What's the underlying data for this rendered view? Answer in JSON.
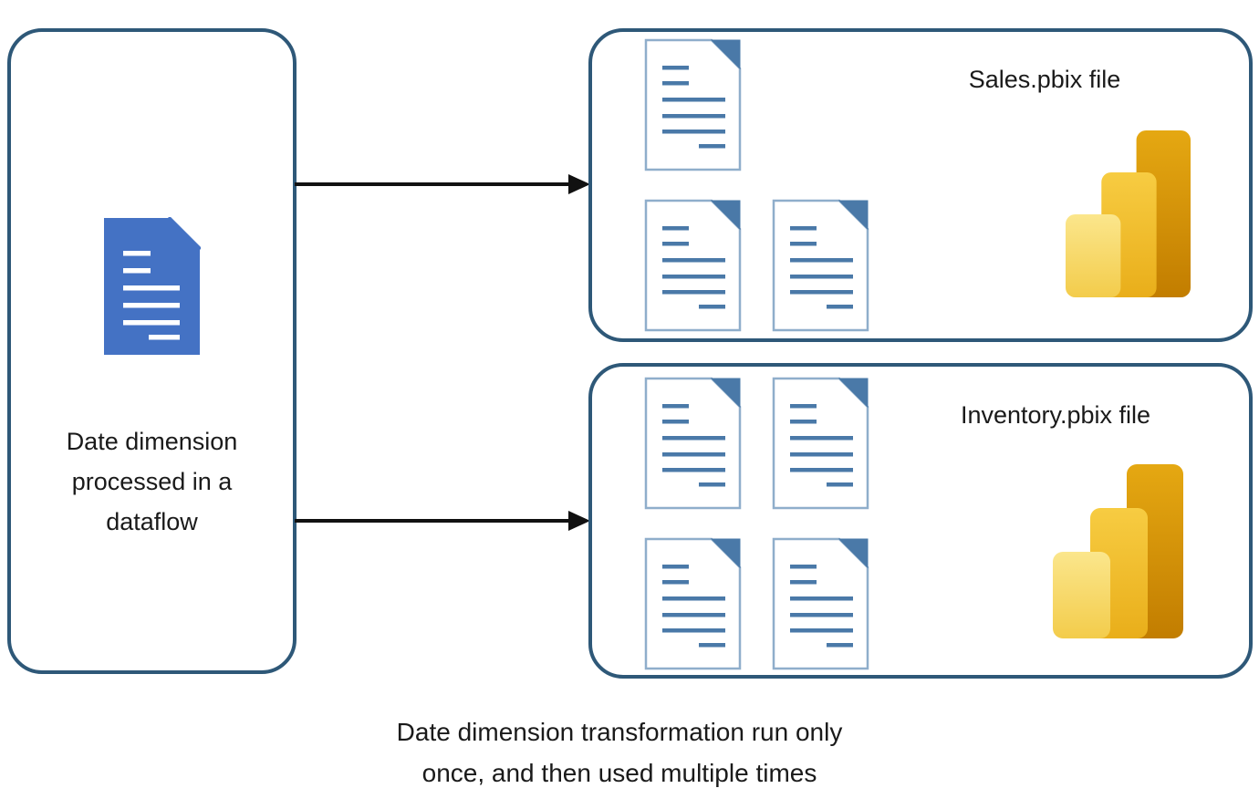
{
  "diagram": {
    "source_box": {
      "label_lines": [
        "Date dimension",
        "processed in a",
        "dataflow"
      ]
    },
    "sales_box": {
      "title": "Sales.pbix file",
      "document_count": 3
    },
    "inventory_box": {
      "title": "Inventory.pbix file",
      "document_count": 4
    },
    "caption": {
      "line1": "Date dimension transformation run only",
      "line2": "once, and then used multiple times",
      "full_text": "Date dimension transformation run only once, and then used multiple times"
    },
    "icons": {
      "source_document": "blue-document-icon",
      "query_document": "document-icon",
      "power_bi": "power-bi-logo",
      "arrow": "right-arrow"
    }
  },
  "colors": {
    "box_border": "#2E5878",
    "arrow": "#111111",
    "text": "#1A1A1A",
    "doc_blue_fill": "#4472C4",
    "doc_outline": "#8FAECB",
    "doc_accent": "#4A79A8",
    "pbi_front_top": "#FBE68C",
    "pbi_front_bottom": "#F3CC4B",
    "pbi_middle_top": "#F7CC42",
    "pbi_middle_bottom": "#E9AE1A",
    "pbi_back_top": "#E5A812",
    "pbi_back_bottom": "#C27D00"
  }
}
